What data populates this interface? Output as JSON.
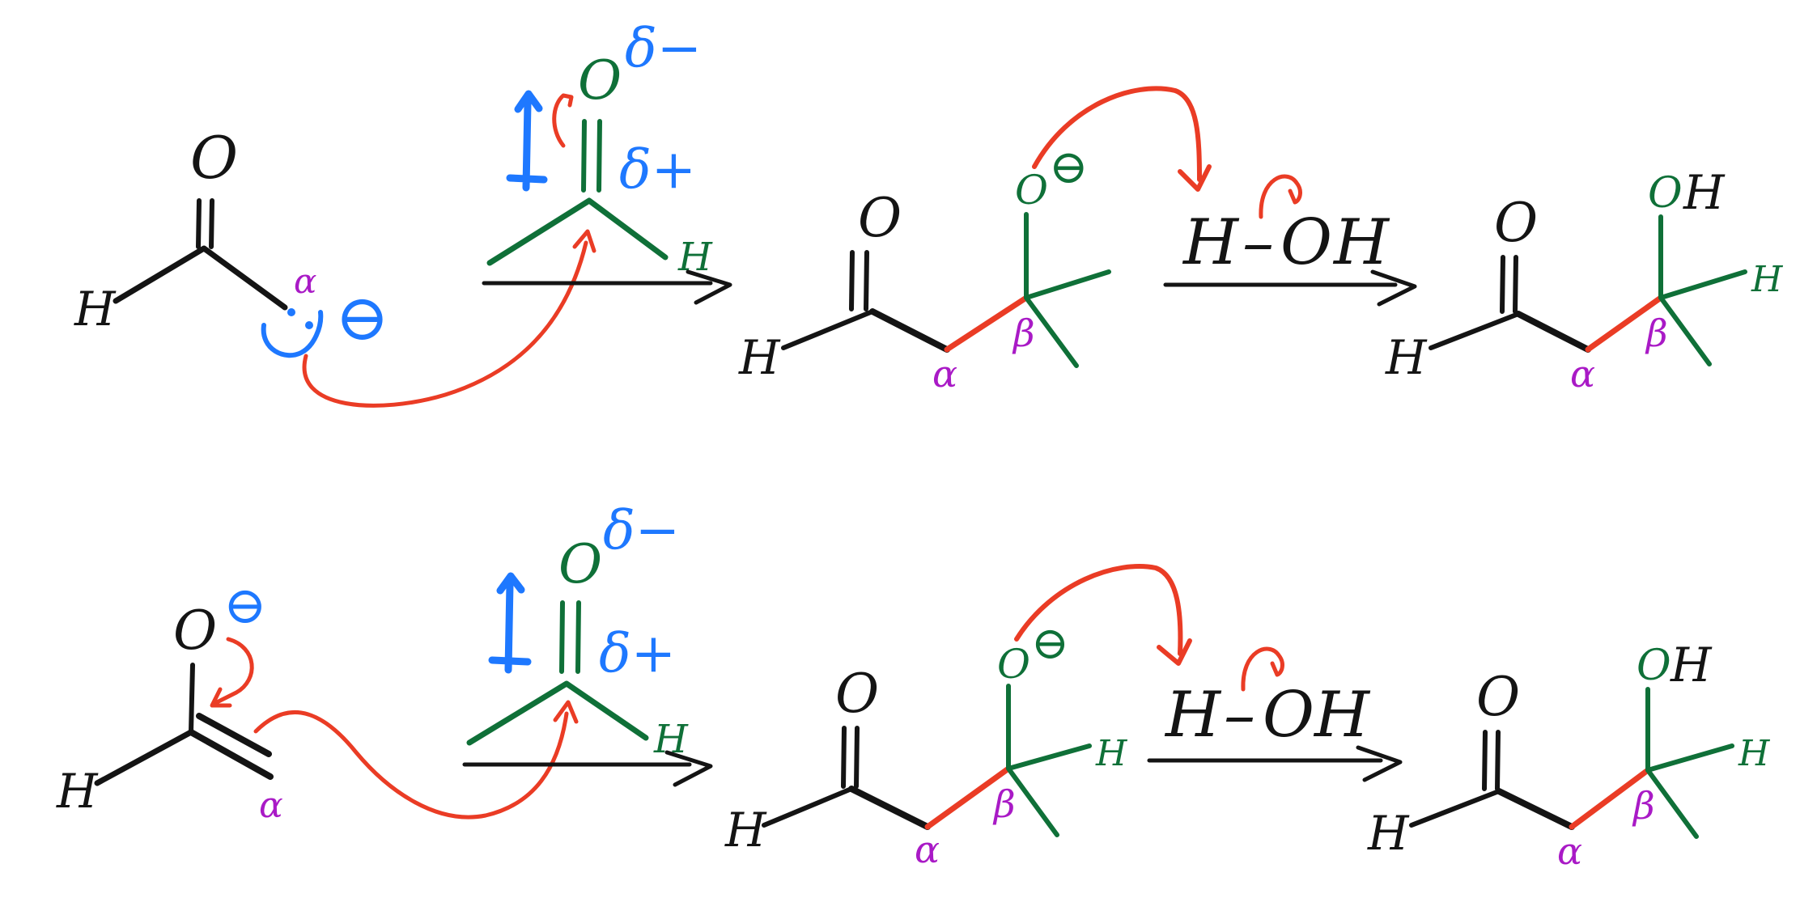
{
  "colors": {
    "ink": "#141414",
    "blue": "#1e78ff",
    "green": "#0f7038",
    "red": "#ea3c25",
    "purple": "#a91ac6"
  },
  "row1": {
    "enolate": {
      "o": "O",
      "h": "H",
      "alpha": "α",
      "charge": "⊖"
    },
    "acceptor": {
      "o": "O",
      "delta_minus": "δ−",
      "delta_plus": "δ+",
      "h": "H"
    },
    "adduct": {
      "o": "O",
      "h": "H",
      "o_minus": "O",
      "charge": "⊖",
      "alpha": "α",
      "beta": "β"
    },
    "reagent": {
      "h": "H",
      "dash": "–",
      "o": "O",
      "h2": "H"
    },
    "product": {
      "o": "O",
      "h": "H",
      "oh_o": "O",
      "oh_h": "H",
      "h_side": "H",
      "alpha": "α",
      "beta": "β"
    }
  },
  "row2": {
    "enolate": {
      "o": "O",
      "charge": "⊖",
      "h": "H",
      "alpha": "α"
    },
    "acceptor": {
      "o": "O",
      "delta_minus": "δ−",
      "delta_plus": "δ+",
      "h": "H"
    },
    "adduct": {
      "o": "O",
      "h": "H",
      "o_minus": "O",
      "charge": "⊖",
      "h_side": "H",
      "alpha": "α",
      "beta": "β"
    },
    "reagent": {
      "h": "H",
      "dash": "–",
      "o": "O",
      "h2": "H"
    },
    "product": {
      "o": "O",
      "h": "H",
      "oh_o": "O",
      "oh_h": "H",
      "h_side": "H",
      "alpha": "α",
      "beta": "β"
    }
  }
}
